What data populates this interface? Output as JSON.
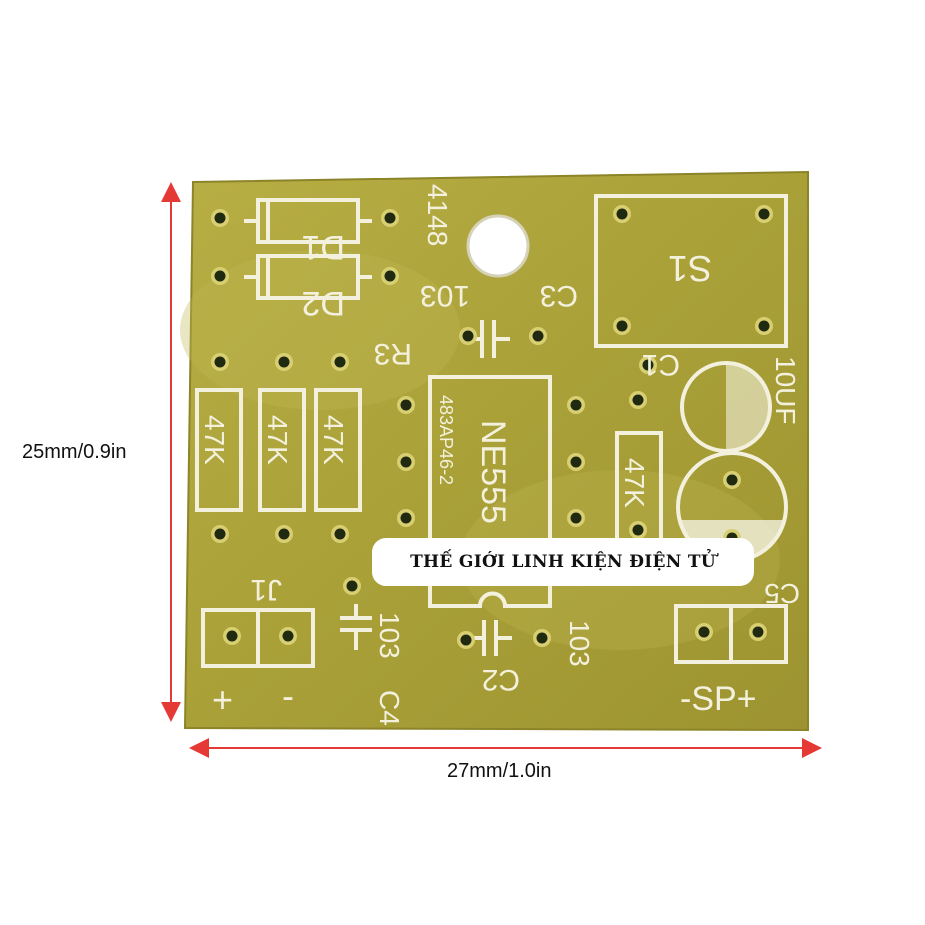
{
  "dimensions": {
    "height_label": "25mm/0.9in",
    "width_label": "27mm/1.0in"
  },
  "banner": {
    "text": "THẾ GIỚI LINH KIỆN ĐIỆN TỬ"
  },
  "silkscreen": {
    "d1": "D1",
    "d2": "D2",
    "diode_part": "4148",
    "c3": "C3",
    "c3_value": "103",
    "s1": "S1",
    "r3": "R3",
    "c1": "C1",
    "c1_value": "10UF",
    "ic": "NE555",
    "ic_code": "483AP46-2",
    "res_left_1": "47K",
    "res_left_2": "47K",
    "res_left_3": "47K",
    "res_right": "47K",
    "j1": "J1",
    "c4_value": "103",
    "c4": "C4",
    "c2": "C2",
    "c2_value": "103",
    "c5": "C5",
    "plus_left": "+",
    "minus_left": "-",
    "speaker": "-SP+"
  },
  "colors": {
    "board": "#a9a038",
    "board_light": "#bcb14a",
    "silkscreen": "#f3f1de",
    "hole": "#1f2a10",
    "dimension_arrow": "#e53935"
  }
}
